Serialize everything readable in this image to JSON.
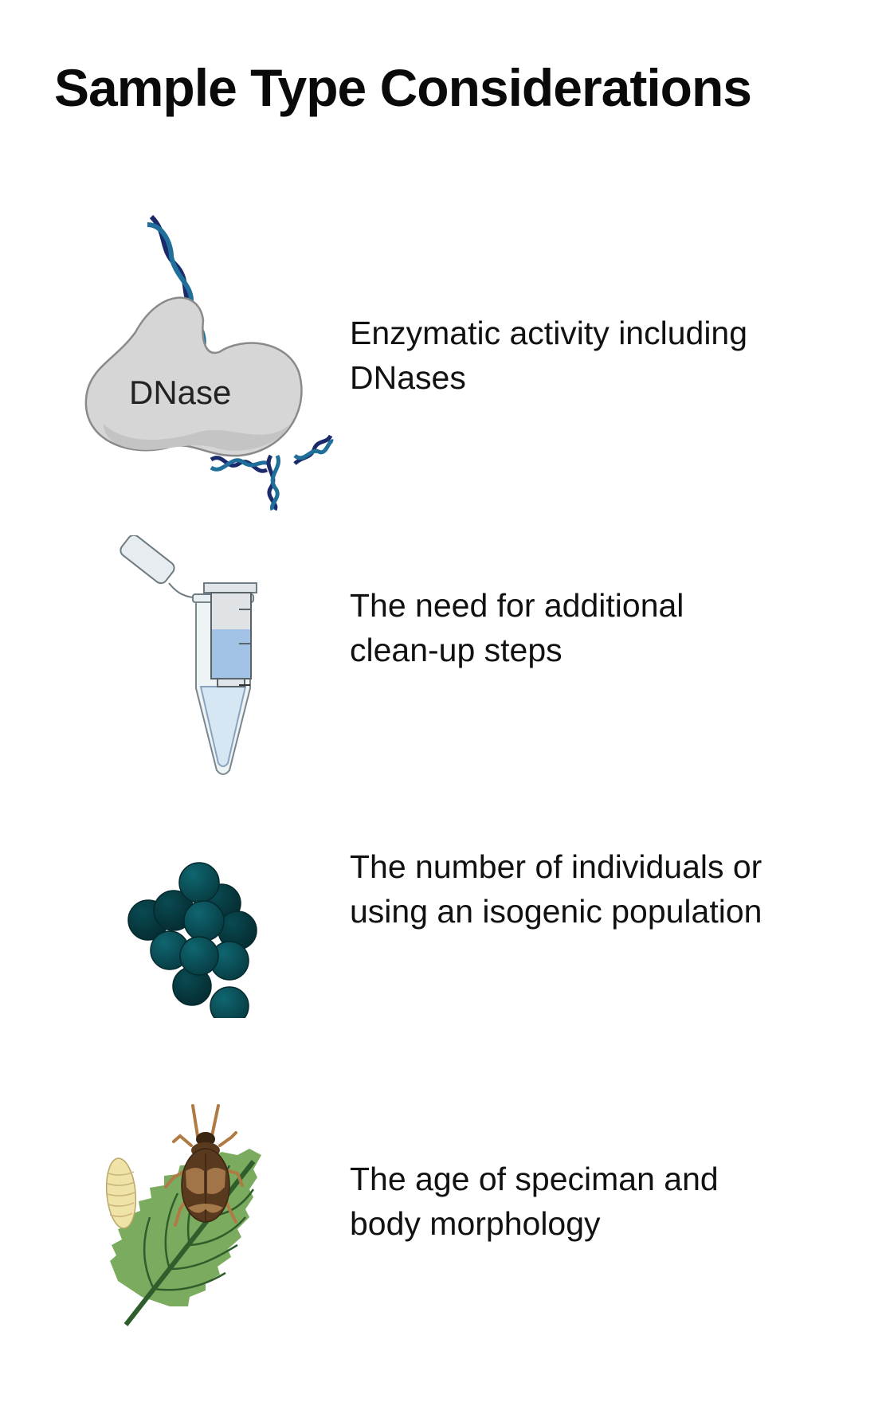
{
  "title": "Sample Type Considerations",
  "items": [
    {
      "icon": "dnase-enzyme-icon",
      "icon_label": "DNase",
      "lines": [
        "Enzymatic activity including",
        "DNases"
      ]
    },
    {
      "icon": "spin-column-tube-icon",
      "lines": [
        "The need for additional",
        "clean-up steps"
      ]
    },
    {
      "icon": "cell-cluster-icon",
      "lines": [
        "The number of individuals or",
        "using an isogenic population"
      ]
    },
    {
      "icon": "beetle-on-leaf-icon",
      "lines": [
        "The age of speciman and",
        "body morphology"
      ]
    }
  ],
  "colors": {
    "title": "#0a0a0a",
    "text": "#111111",
    "enzyme_fill": "#d6d6d6",
    "enzyme_stroke": "#8a8a8a",
    "dna_strand_a": "#1b2a6b",
    "dna_strand_b": "#1f6f9a",
    "tube_liquid": "#a3c3e6",
    "cell_fill": "#0b4f57",
    "cell_dark": "#083a40",
    "leaf": "#7bab5e",
    "leaf_vein": "#2f5d2c",
    "beetle_body": "#5a3a1e",
    "beetle_mark": "#b98a55",
    "larva": "#efe3a8"
  }
}
